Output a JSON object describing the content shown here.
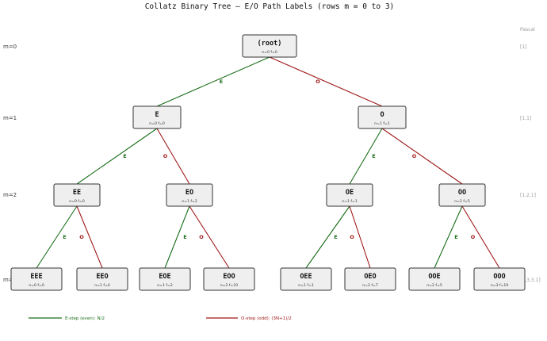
{
  "title": "Collatz Binary Tree — E/O Path Labels (rows m = 0 to 3)",
  "colors": {
    "even": "#1a6e1a",
    "odd": "#a01818",
    "pascal": "#999999"
  },
  "pascal_header": "Pascal",
  "rows": [
    {
      "label": "m=0",
      "pascal": "[1]"
    },
    {
      "label": "m=1",
      "pascal": "[1,1]"
    },
    {
      "label": "m=2",
      "pascal": "[1,2,1]"
    },
    {
      "label": "m=3",
      "pascal": "[1,3,3,1]"
    }
  ],
  "nodes": [
    {
      "id": "root",
      "label": "(root)",
      "n": "n=0",
      "f": "f=0",
      "row": 0
    },
    {
      "id": "E",
      "label": "E",
      "n": "n=0",
      "f": "f=0",
      "row": 1,
      "parent": "root",
      "edge": "E"
    },
    {
      "id": "O",
      "label": "O",
      "n": "n=1",
      "f": "f=1",
      "row": 1,
      "parent": "root",
      "edge": "O"
    },
    {
      "id": "EE",
      "label": "EE",
      "n": "n=0",
      "f": "f=0",
      "row": 2,
      "parent": "E",
      "edge": "E"
    },
    {
      "id": "EO",
      "label": "EO",
      "n": "n=1",
      "f": "f=2",
      "row": 2,
      "parent": "E",
      "edge": "O"
    },
    {
      "id": "OE",
      "label": "OE",
      "n": "n=1",
      "f": "f=1",
      "row": 2,
      "parent": "O",
      "edge": "E"
    },
    {
      "id": "OO",
      "label": "OO",
      "n": "n=2",
      "f": "f=5",
      "row": 2,
      "parent": "O",
      "edge": "O"
    },
    {
      "id": "EEE",
      "label": "EEE",
      "n": "n=0",
      "f": "f=0",
      "row": 3,
      "parent": "EE",
      "edge": "E"
    },
    {
      "id": "EEO",
      "label": "EEO",
      "n": "n=1",
      "f": "f=4",
      "row": 3,
      "parent": "EE",
      "edge": "O"
    },
    {
      "id": "EOE",
      "label": "EOE",
      "n": "n=1",
      "f": "f=2",
      "row": 3,
      "parent": "EO",
      "edge": "E"
    },
    {
      "id": "EOO",
      "label": "EOO",
      "n": "n=2",
      "f": "f=10",
      "row": 3,
      "parent": "EO",
      "edge": "O"
    },
    {
      "id": "OEE",
      "label": "OEE",
      "n": "n=1",
      "f": "f=1",
      "row": 3,
      "parent": "OE",
      "edge": "E"
    },
    {
      "id": "OEO",
      "label": "OEO",
      "n": "n=2",
      "f": "f=7",
      "row": 3,
      "parent": "OE",
      "edge": "O"
    },
    {
      "id": "OOE",
      "label": "OOE",
      "n": "n=2",
      "f": "f=5",
      "row": 3,
      "parent": "OO",
      "edge": "E"
    },
    {
      "id": "OOO",
      "label": "OOO",
      "n": "n=3",
      "f": "f=19",
      "row": 3,
      "parent": "OO",
      "edge": "O"
    }
  ],
  "legend": {
    "even": "E-step (even): N/2",
    "odd": "O-step (odd): (3N+1)/2"
  }
}
